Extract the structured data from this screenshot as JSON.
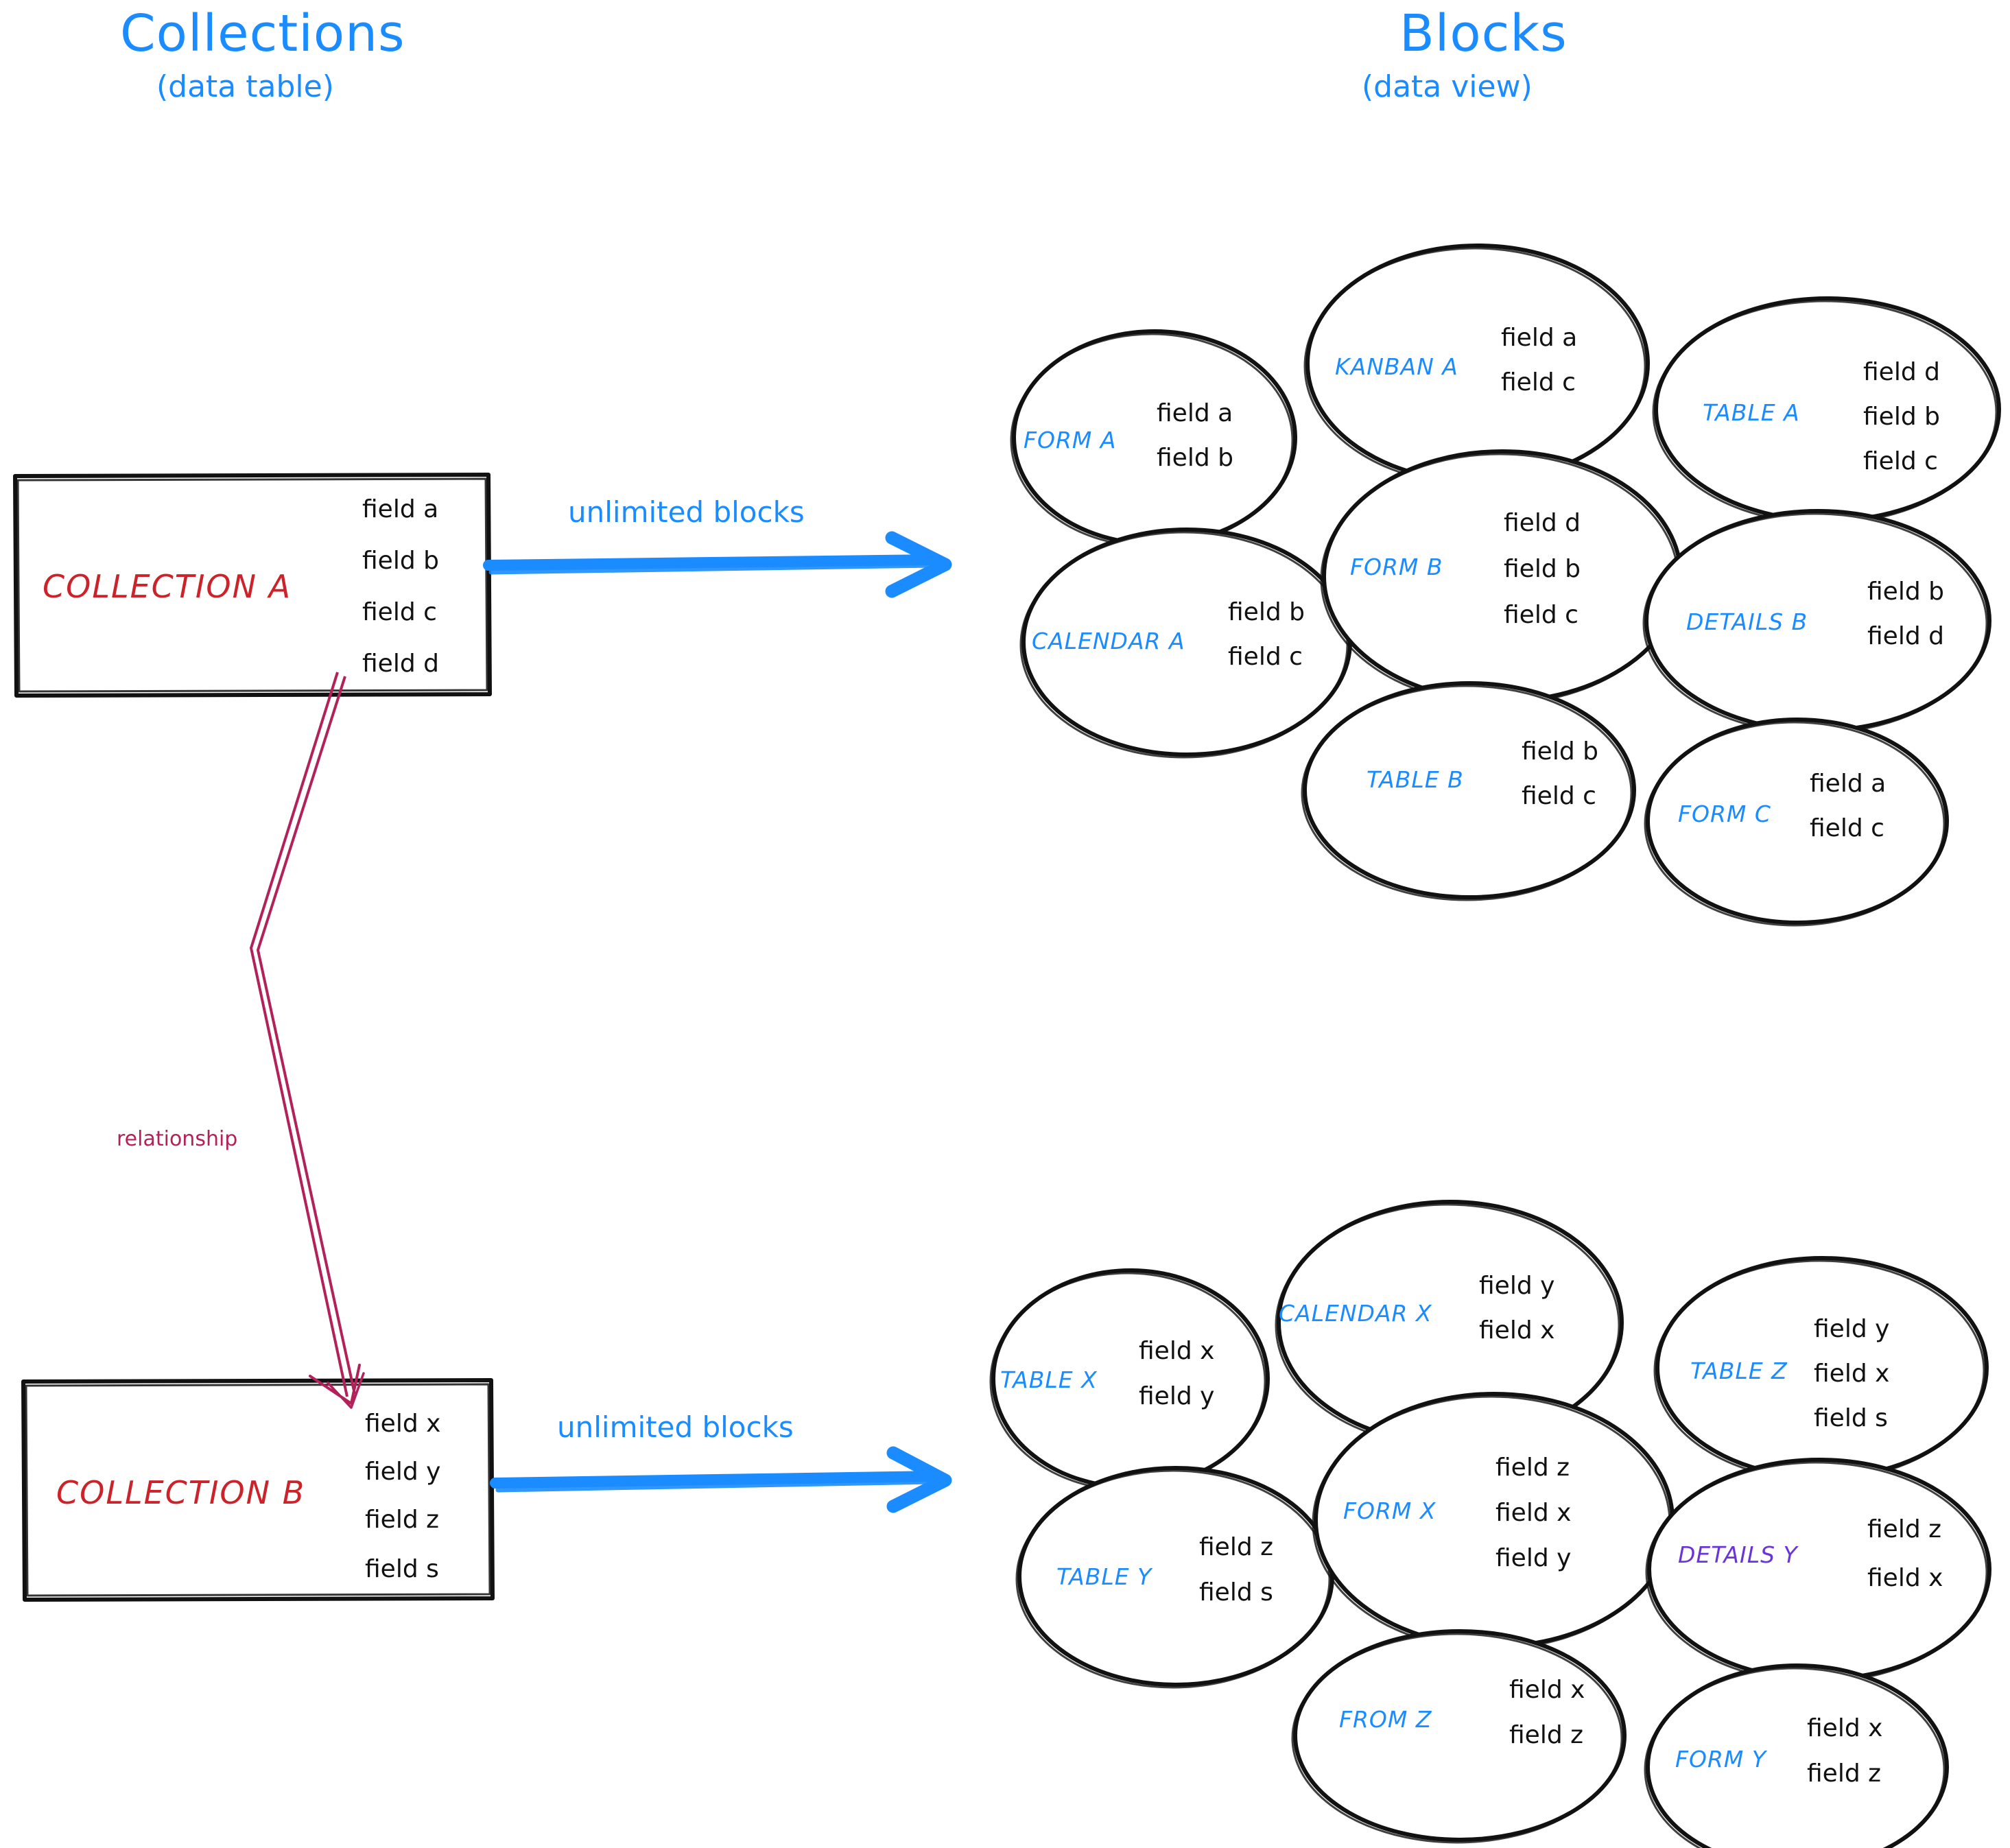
{
  "headings": {
    "left_title": "Collections",
    "left_subtitle": "(data table)",
    "right_title": "Blocks",
    "right_subtitle": "(data view)"
  },
  "colors": {
    "accent_blue": "#1a8cff",
    "collection_red": "#cc2229",
    "relationship_crimson": "#b2215a",
    "details_purple": "#6b34d6",
    "ink_black": "#111111",
    "background": "#ffffff"
  },
  "collections": [
    {
      "name": "COLLECTION A",
      "fields": [
        "field a",
        "field b",
        "field c",
        "field d"
      ],
      "arrow_label": "unlimited blocks"
    },
    {
      "name": "COLLECTION B",
      "fields": [
        "field x",
        "field y",
        "field z",
        "field s"
      ],
      "arrow_label": "unlimited blocks"
    }
  ],
  "relationship": {
    "label": "relationship"
  },
  "blocks_group_a": [
    {
      "label": "FORM A",
      "fields": [
        "field a",
        "field b"
      ],
      "color": "blue"
    },
    {
      "label": "KANBAN A",
      "fields": [
        "field a",
        "field c"
      ],
      "color": "blue"
    },
    {
      "label": "TABLE A",
      "fields": [
        "field d",
        "field b",
        "field c"
      ],
      "color": "blue"
    },
    {
      "label": "CALENDAR A",
      "fields": [
        "field b",
        "field c"
      ],
      "color": "blue"
    },
    {
      "label": "FORM B",
      "fields": [
        "field d",
        "field b",
        "field c"
      ],
      "color": "blue"
    },
    {
      "label": "DETAILS B",
      "fields": [
        "field b",
        "field d"
      ],
      "color": "blue"
    },
    {
      "label": "TABLE B",
      "fields": [
        "field b",
        "field c"
      ],
      "color": "blue"
    },
    {
      "label": "FORM C",
      "fields": [
        "field a",
        "field c"
      ],
      "color": "blue"
    }
  ],
  "blocks_group_b": [
    {
      "label": "TABLE X",
      "fields": [
        "field x",
        "field y"
      ],
      "color": "blue"
    },
    {
      "label": "CALENDAR X",
      "fields": [
        "field y",
        "field x"
      ],
      "color": "blue"
    },
    {
      "label": "TABLE Z",
      "fields": [
        "field y",
        "field x",
        "field s"
      ],
      "color": "blue"
    },
    {
      "label": "TABLE Y",
      "fields": [
        "field z",
        "field s"
      ],
      "color": "blue"
    },
    {
      "label": "FORM X",
      "fields": [
        "field z",
        "field x",
        "field y"
      ],
      "color": "blue"
    },
    {
      "label": "DETAILS Y",
      "fields": [
        "field z",
        "field x"
      ],
      "color": "purple"
    },
    {
      "label": "FROM Z",
      "fields": [
        "field x",
        "field z"
      ],
      "color": "blue"
    },
    {
      "label": "FORM Y",
      "fields": [
        "field x",
        "field z"
      ],
      "color": "blue"
    }
  ]
}
